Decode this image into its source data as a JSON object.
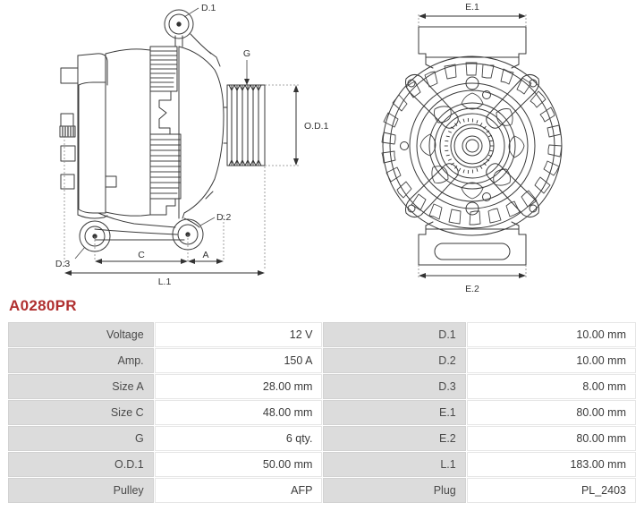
{
  "part": {
    "number": "A0280PR",
    "title_color": "#b03030"
  },
  "drawings": {
    "side_view": {
      "name": "alternator-side-view",
      "callouts": [
        {
          "id": "D.1",
          "label": "D.1"
        },
        {
          "id": "D.2",
          "label": "D.2"
        },
        {
          "id": "D.3",
          "label": "D.3"
        },
        {
          "id": "G",
          "label": "G"
        },
        {
          "id": "OD1",
          "label": "O.D.1"
        },
        {
          "id": "A",
          "label": "A"
        },
        {
          "id": "C",
          "label": "C"
        },
        {
          "id": "L1",
          "label": "L.1"
        }
      ]
    },
    "end_view": {
      "name": "alternator-end-view",
      "callouts": [
        {
          "id": "E.1",
          "label": "E.1"
        },
        {
          "id": "E.2",
          "label": "E.2"
        }
      ]
    }
  },
  "spec_table": {
    "rows": [
      {
        "label_left": "Voltage",
        "value_left": "12 V",
        "label_right": "D.1",
        "value_right": "10.00 mm"
      },
      {
        "label_left": "Amp.",
        "value_left": "150 A",
        "label_right": "D.2",
        "value_right": "10.00 mm"
      },
      {
        "label_left": "Size A",
        "value_left": "28.00 mm",
        "label_right": "D.3",
        "value_right": "8.00 mm"
      },
      {
        "label_left": "Size C",
        "value_left": "48.00 mm",
        "label_right": "E.1",
        "value_right": "80.00 mm"
      },
      {
        "label_left": "G",
        "value_left": "6 qty.",
        "label_right": "E.2",
        "value_right": "80.00 mm"
      },
      {
        "label_left": "O.D.1",
        "value_left": "50.00 mm",
        "label_right": "L.1",
        "value_right": "183.00 mm"
      },
      {
        "label_left": "Pulley",
        "value_left": "AFP",
        "label_right": "Plug",
        "value_right": "PL_2403"
      }
    ]
  }
}
